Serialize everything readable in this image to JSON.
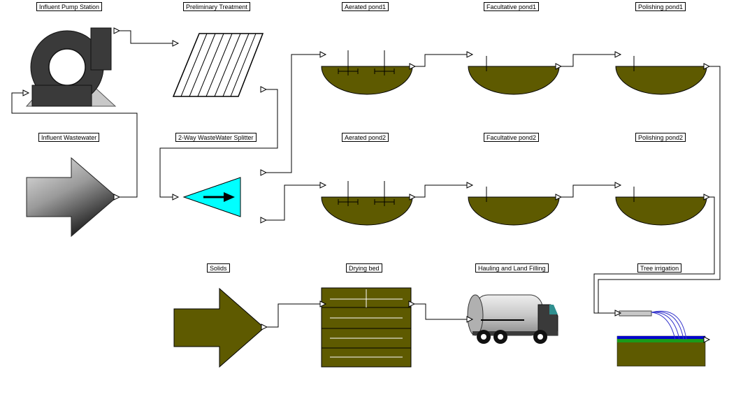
{
  "nodes": {
    "influent_pump_station": "Influent Pump Station",
    "preliminary_treatment": "Preliminary Treatment",
    "aerated_pond1": "Aerated pond1",
    "facultative_pond1": "Facultative pond1",
    "polishing_pond1": "Polishing pond1",
    "influent_wastewater": "Influent Wastewater",
    "splitter": "2-Way WasteWater Splitter",
    "aerated_pond2": "Aerated pond2",
    "facultative_pond2": "Facultative pond2",
    "polishing_pond2": "Polishing pond2",
    "solids": "Solids",
    "drying_bed": "Drying bed",
    "hauling": "Hauling and Land Filling",
    "tree_irrigation": "Tree irrigation"
  },
  "colors": {
    "pond_fill": "#5e5a00",
    "splitter_fill": "#00ffff",
    "pump_body": "#3a3a3a",
    "truck_tank": "#c8c8c8",
    "truck_cab": "#2f6f6f",
    "grass_green": "#1a9a1a",
    "water_blue": "#0000cc",
    "irrigation_spray": "#3333cc"
  },
  "icons": {
    "pump": "centrifugal-pump-icon",
    "screen": "bar-screen-icon",
    "pond": "pond-basin-icon",
    "aerator": "surface-aerator-icon",
    "influent": "influent-arrow-icon",
    "splitter": "splitter-triangle-icon",
    "solids": "solids-arrow-icon",
    "drying_bed": "drying-bed-icon",
    "truck": "tanker-truck-icon",
    "irrigation": "irrigation-field-icon",
    "port": "connection-port-icon"
  }
}
